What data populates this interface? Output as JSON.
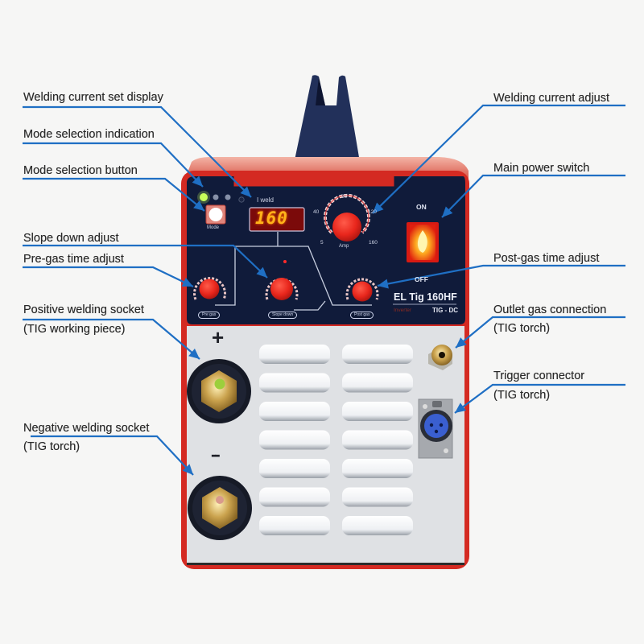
{
  "labels": {
    "welding_current_set_display": "Welding current set display",
    "mode_selection_indication": "Mode selection indication",
    "mode_selection_button": "Mode selection button",
    "slope_down_adjust": "Slope down adjust",
    "pre_gas_time_adjust": "Pre-gas time adjust",
    "positive_socket_line1": "Positive welding socket",
    "positive_socket_line2": "(TIG working piece)",
    "negative_socket_line1": "Negative welding socket",
    "negative_socket_line2": "(TIG torch)",
    "welding_current_adjust": "Welding current adjust",
    "main_power_switch": "Main power switch",
    "post_gas_time_adjust": "Post-gas time adjust",
    "outlet_gas_line1": "Outlet gas connection",
    "outlet_gas_line2": "(TIG torch)",
    "trigger_line1": "Trigger connector",
    "trigger_line2": "(TIG torch)"
  },
  "panel": {
    "display_value": "160",
    "display_caption": "I weld",
    "mode_button_label": "Mode",
    "amp_dial": {
      "label": "Amp",
      "scale": [
        "5",
        "40",
        "80",
        "120",
        "160"
      ]
    },
    "pre_gas_label": "Pre gas",
    "slope_down_label": "Slope down",
    "post_gas_label": "Post gas",
    "power_on_label": "ON",
    "power_off_label": "OFF",
    "model_name": "EL Tig 160HF",
    "model_sub_left": "Inverter",
    "model_sub_right": "TIG - DC",
    "positive_symbol": "+",
    "negative_symbol": "--"
  },
  "colors": {
    "callout_line": "#1f6fc4",
    "machine_red": "#d42a22",
    "panel_navy": "#101b3a",
    "knob_red": "#e8261c",
    "display_amber": "#ffb31a",
    "led_green": "#c8ff5a",
    "front_grey": "#dfe1e4"
  }
}
